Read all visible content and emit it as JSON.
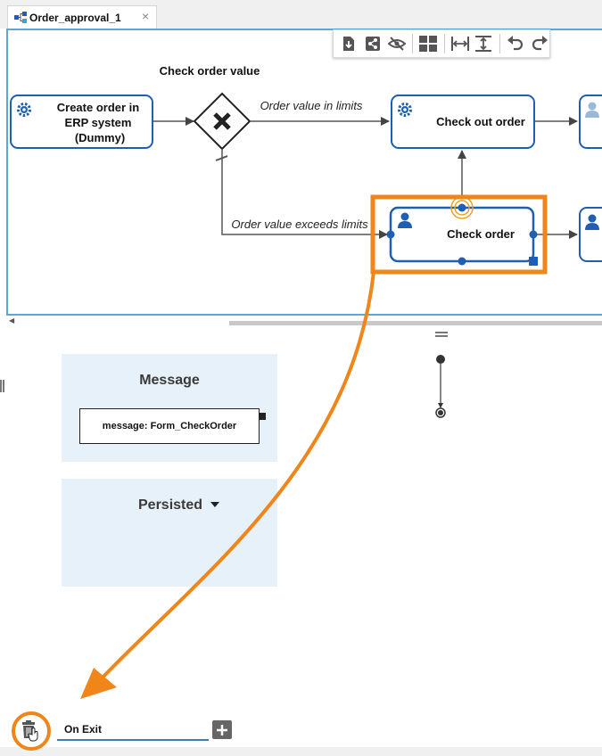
{
  "tab": {
    "title": "Order_approval_1",
    "close_glyph": "×"
  },
  "toolbar": {
    "icons": [
      "export-icon",
      "share-icon",
      "hide-icon",
      "grid-layout-icon",
      "fit-width-icon",
      "fit-height-icon",
      "undo-icon",
      "redo-icon"
    ]
  },
  "diagram": {
    "gateway_label": "Check order value",
    "task_create_order": [
      "Create order in",
      "ERP system",
      "(Dummy)"
    ],
    "task_check_out": "Check out order",
    "task_check_order": "Check order",
    "flow_in_limits": "Order value in limits",
    "flow_exceeds": "Order value exceeds limits"
  },
  "properties": {
    "message_title": "Message",
    "message_value": "message: Form_CheckOrder",
    "persisted_title": "Persisted"
  },
  "footer": {
    "on_exit_label": "On Exit"
  },
  "colors": {
    "accent_blue": "#1f5fb3",
    "highlight_orange": "#f08519",
    "panel_bg": "#e7f1f9"
  }
}
